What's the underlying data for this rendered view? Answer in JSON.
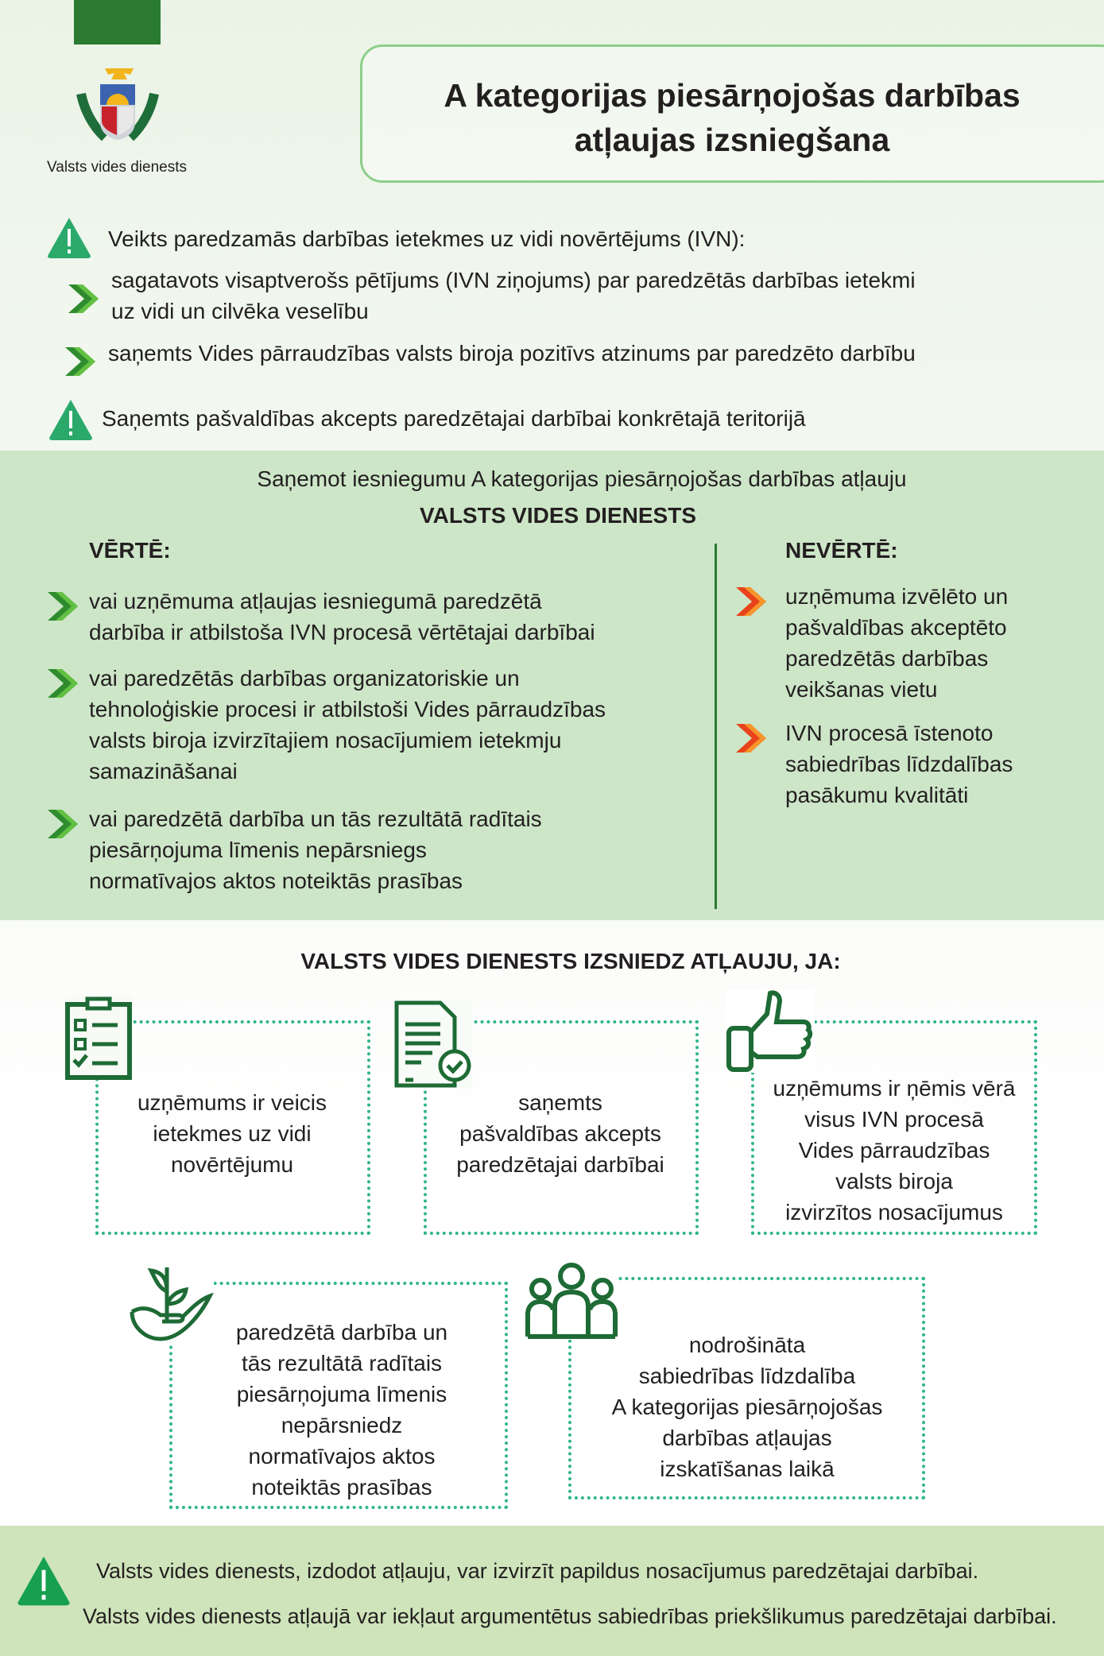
{
  "header": {
    "org_name": "Valsts vides dienests",
    "title_line1": "A kategorijas piesārņojošas darbības",
    "title_line2": "atļaujas izsniegšana"
  },
  "prereqs": {
    "item1": "Veikts paredzamās darbības ietekmes uz vidi novērtējums (IVN):",
    "sub1_line1": "sagatavots visaptverošs pētījums (IVN ziņojums) par paredzētās darbības ietekmi",
    "sub1_line2": "uz vidi un cilvēka veselību",
    "sub2": "saņemts Vides pārraudzības valsts biroja pozitīvs atzinums par paredzēto darbību",
    "item2": "Saņemts pašvaldības akcepts paredzētajai darbībai konkrētajā teritorijā"
  },
  "evaluation": {
    "intro": "Saņemot iesniegumu A kategorijas piesārņojošas darbības atļauju",
    "authority": "VALSTS VIDES DIENESTS",
    "evaluates_heading": "VĒRTĒ:",
    "evaluates": [
      [
        "vai uzņēmuma atļaujas iesniegumā paredzētā",
        "darbība ir atbilstoša IVN procesā vērtētajai darbībai"
      ],
      [
        "vai paredzētās darbības organizatoriskie un",
        "tehnoloģiskie procesi ir atbilstoši Vides pārraudzības",
        "valsts biroja izvirzītajiem nosacījumiem ietekmju",
        "samazināšanai"
      ],
      [
        "vai paredzētā darbība un tās rezultātā radītais",
        "piesārņojuma līmenis nepārsniegs",
        "normatīvajos aktos noteiktās prasības"
      ]
    ],
    "not_evaluates_heading": "NEVĒRTĒ:",
    "not_evaluates": [
      [
        "uzņēmuma izvēlēto un",
        "pašvaldības akceptēto",
        "paredzētās darbības",
        "veikšanas vietu"
      ],
      [
        "IVN procesā īstenoto",
        "sabiedrības līdzdalības",
        "pasākumu kvalitāti"
      ]
    ]
  },
  "conditions": {
    "heading": "VALSTS VIDES DIENESTS IZSNIEDZ ATĻAUJU, JA:",
    "items": [
      [
        "uzņēmums ir veicis",
        "ietekmes uz vidi",
        "novērtējumu"
      ],
      [
        "saņemts",
        "pašvaldības akcepts",
        "paredzētajai darbībai"
      ],
      [
        "uzņēmums ir ņēmis vērā",
        "visus IVN procesā",
        "Vides pārraudzības",
        "valsts biroja",
        "izvirzītos nosacījumus"
      ],
      [
        "paredzētā darbība un",
        "tās rezultātā radītais",
        "piesārņojuma līmenis",
        "nepārsniedz",
        "normatīvajos aktos",
        "noteiktās prasības"
      ],
      [
        "nodrošināta",
        "sabiedrības līdzdalība",
        "A kategorijas piesārņojošas",
        "darbības atļaujas",
        "izskatīšanas laikā"
      ]
    ]
  },
  "notes": {
    "line1": "Valsts vides dienests, izdodot atļauju, var izvirzīt papildus nosacījumus paredzētajai darbībai.",
    "line2": "Valsts vides dienests atļaujā var iekļaut argumentētus sabiedrības priekšlikumus paredzētajai darbībai."
  },
  "colors": {
    "accent": "#2a7a32",
    "band": "#cde6c8",
    "dotted": "#2fb588",
    "orange": "#e8501f"
  }
}
